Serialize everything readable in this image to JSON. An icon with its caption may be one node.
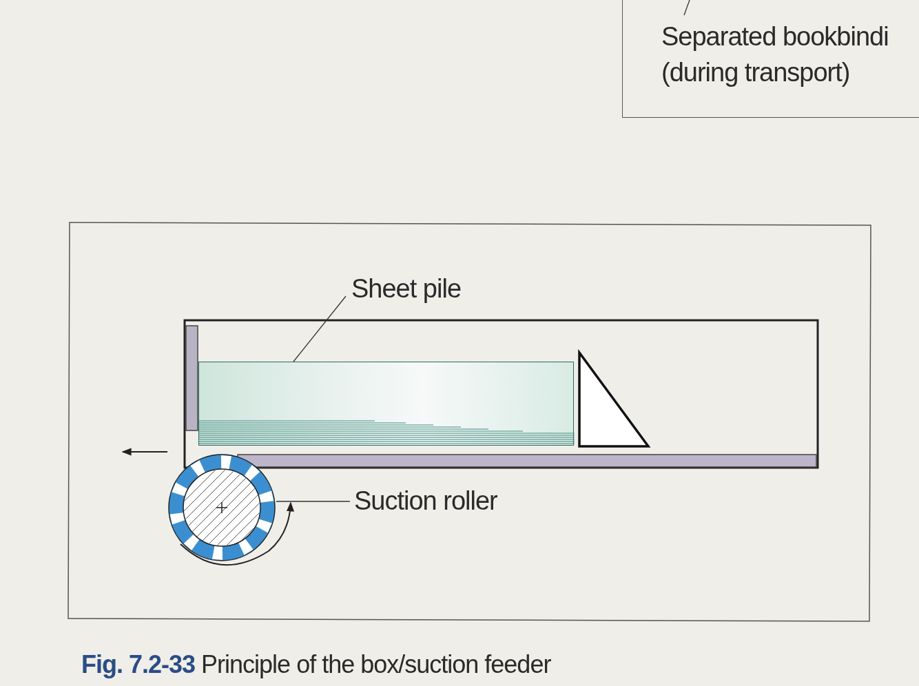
{
  "diagram": {
    "caption": "**Fig. 7.2-33** Principle of the box/suction feeder",
    "nodes": [
      {
        "text": [
          "Sheet pile"
        ]
      },
      {
        "text": [],
        "shape": "box"
      },
      {
        "text": [
          "Suction roller"
        ]
      },
      {
        "text": [],
        "shape": "circle"
      },
      {
        "text": [
          "Separated bookbindi (during transport)"
        ]
      }
    ],
    "edges": [
      {
        "from": 0,
        "to": 1,
        "arrow": "none"
      },
      {
        "from": 2,
        "to": 3,
        "arrow": "none"
      },
      {
        "from": null,
        "to": 4,
        "arrow": "none"
      }
    ]
  }
}
